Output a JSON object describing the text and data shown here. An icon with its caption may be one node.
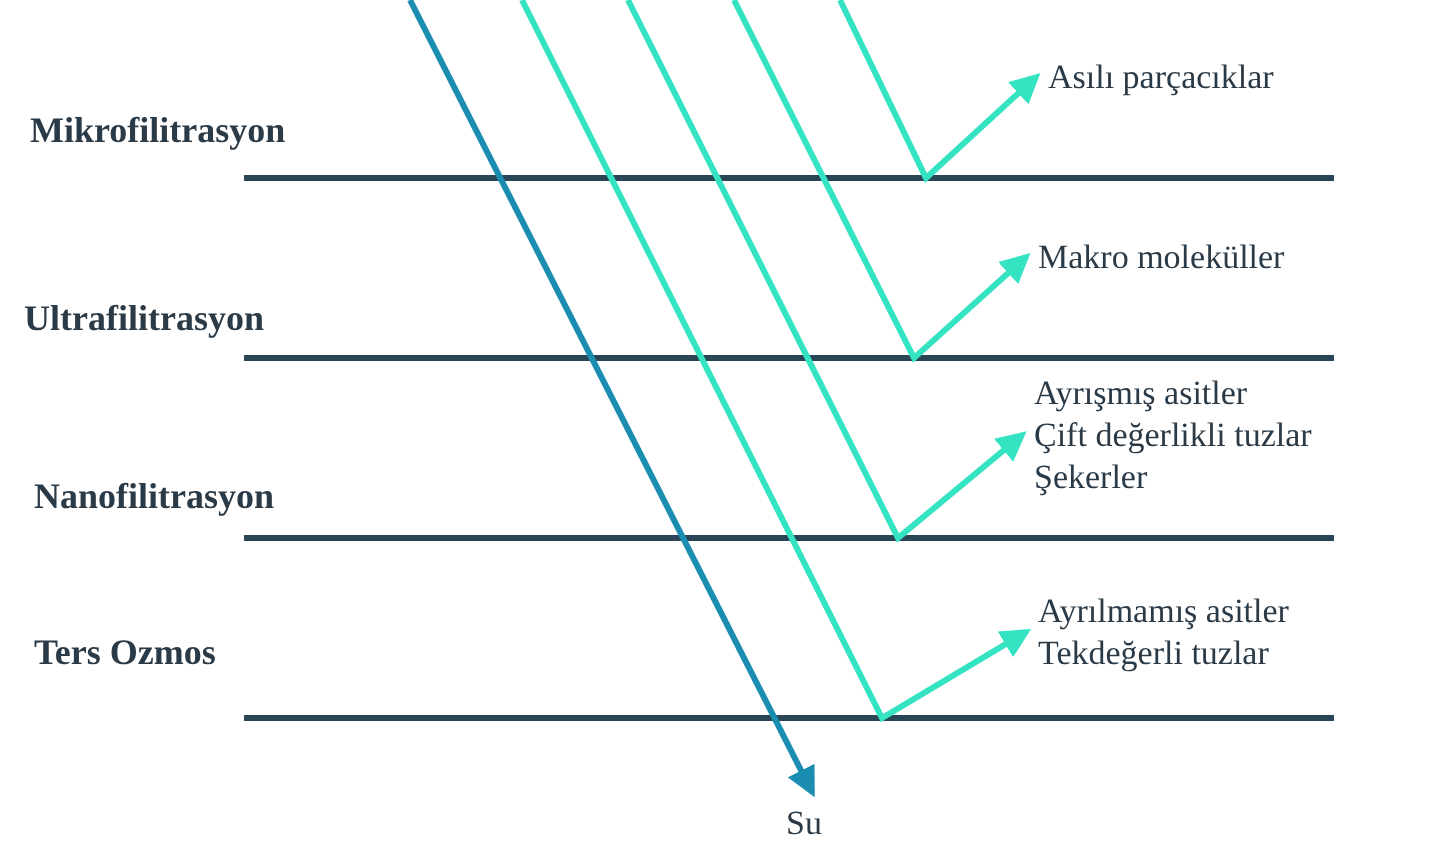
{
  "diagram": {
    "nodes": [
      {
        "text": [
          "Asılı parçacıklar"
        ]
      },
      {
        "text": [
          "Makro moleküller"
        ]
      },
      {
        "text": [
          "Ayrışmış asitler",
          "Çift değerlikli tuzlar",
          "Şekerler"
        ]
      },
      {
        "text": [
          "Ayrılmamış asitler",
          "Tekdeğerli tuzlar"
        ]
      },
      {
        "text": [
          "Su"
        ]
      }
    ],
    "edges": [
      {
        "from": null,
        "to": 0,
        "arrow": "to"
      },
      {
        "from": null,
        "to": 1,
        "arrow": "to"
      },
      {
        "from": null,
        "to": 2,
        "arrow": "to"
      },
      {
        "from": null,
        "to": 3,
        "arrow": "to"
      },
      {
        "from": null,
        "to": 4,
        "arrow": "to",
        "color": "#1a8db0"
      }
    ],
    "labels": [
      "Mikrofilitrasyon",
      "Ultrafilitrasyon",
      "Nanofilitrasyon",
      "Ters Ozmos"
    ]
  }
}
